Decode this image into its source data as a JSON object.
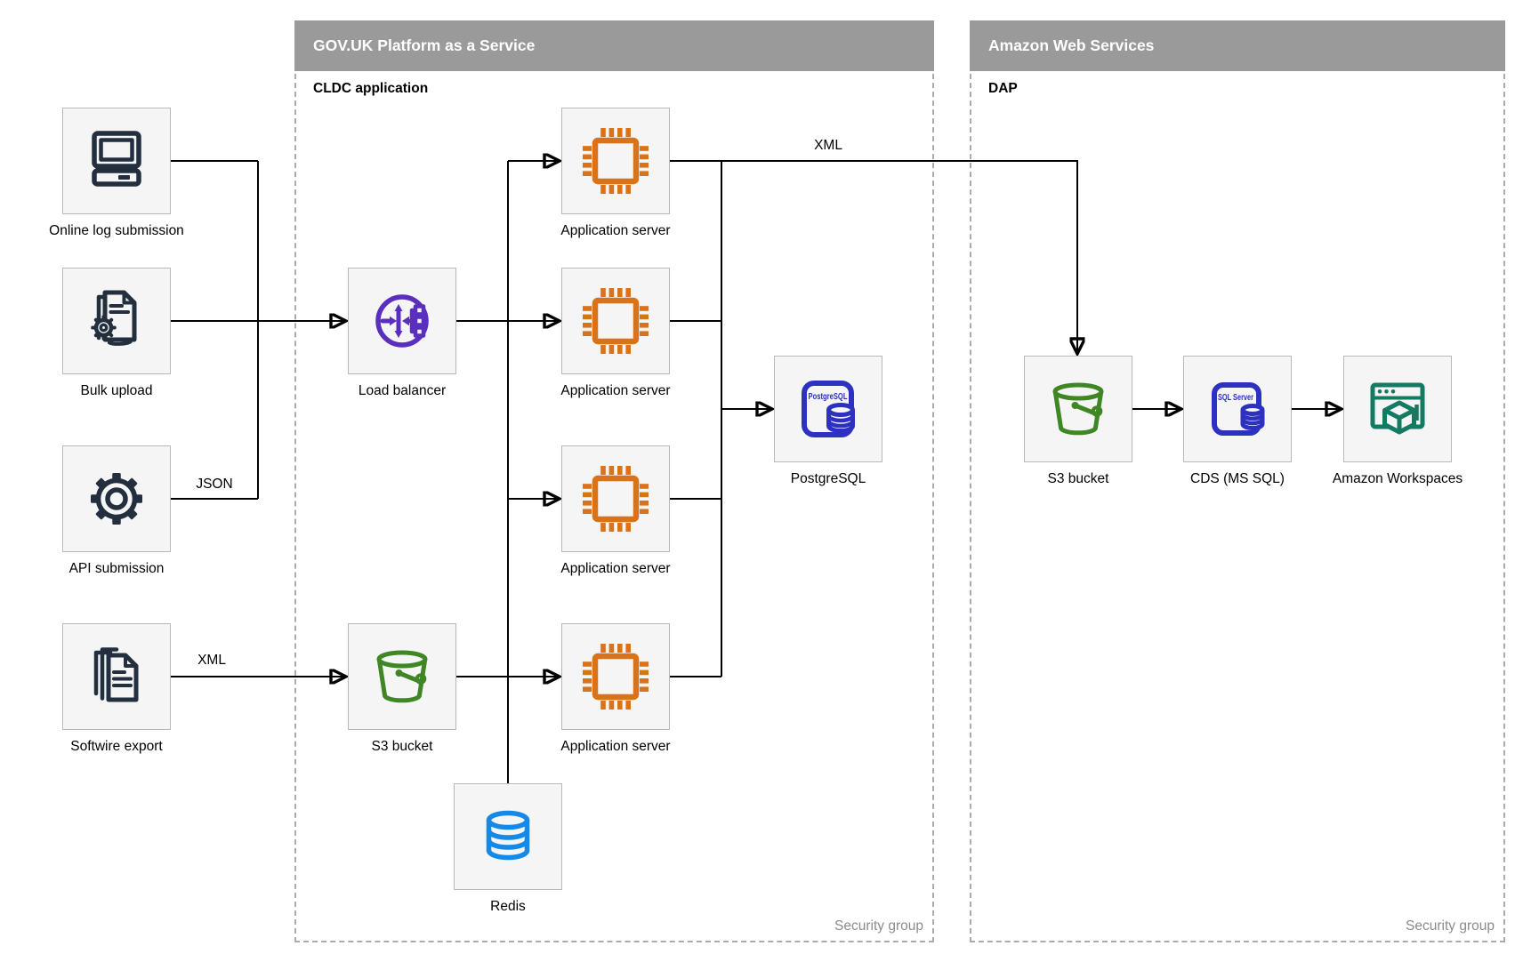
{
  "containers": {
    "paas": {
      "title": "GOV.UK Platform as a Service",
      "sublabel": "CLDC application",
      "footer": "Security group"
    },
    "aws": {
      "title": "Amazon Web Services",
      "sublabel": "DAP",
      "footer": "Security group"
    }
  },
  "nodes": {
    "online_log": {
      "label": "Online log submission",
      "icon": "computer-icon"
    },
    "bulk_upload": {
      "label": "Bulk upload",
      "icon": "document-gear-icon"
    },
    "api_submission": {
      "label": "API submission",
      "icon": "gear-icon"
    },
    "softwire_export": {
      "label": "Softwire export",
      "icon": "documents-stack-icon"
    },
    "load_balancer": {
      "label": "Load balancer",
      "icon": "load-balancer-icon"
    },
    "s3_paas": {
      "label": "S3 bucket",
      "icon": "bucket-icon"
    },
    "app_server_1": {
      "label": "Application server",
      "icon": "chip-icon"
    },
    "app_server_2": {
      "label": "Application server",
      "icon": "chip-icon"
    },
    "app_server_3": {
      "label": "Application server",
      "icon": "chip-icon"
    },
    "app_server_4": {
      "label": "Application server",
      "icon": "chip-icon"
    },
    "postgresql": {
      "label": "PostgreSQL",
      "icon_text": "PostgreSQL",
      "icon": "postgresql-db-icon"
    },
    "redis": {
      "label": "Redis",
      "icon": "database-cylinder-icon"
    },
    "s3_aws": {
      "label": "S3 bucket",
      "icon": "bucket-icon"
    },
    "cds": {
      "label": "CDS (MS SQL)",
      "icon_text": "SQL Server",
      "icon": "sql-server-db-icon"
    },
    "workspaces": {
      "label": "Amazon Workspaces",
      "icon": "workspaces-window-cube-icon"
    }
  },
  "edge_labels": {
    "api_to_lb": "JSON",
    "softwire_to_s3": "XML",
    "app_to_dap": "XML"
  },
  "colors": {
    "header_bar": "#9a9a9a",
    "node_fill": "#f5f5f5",
    "node_border": "#b9b9b9",
    "dashed_border": "#ababab",
    "line": "#000000",
    "navy_icon": "#232f3e",
    "orange_icon": "#d9731a",
    "purple_icon": "#5a2fbe",
    "green_icon": "#3f8624",
    "blue_icon": "#2d31c0",
    "redis_blue": "#1489e8",
    "teal_icon": "#147a62",
    "security_text": "#8c8c8c"
  }
}
